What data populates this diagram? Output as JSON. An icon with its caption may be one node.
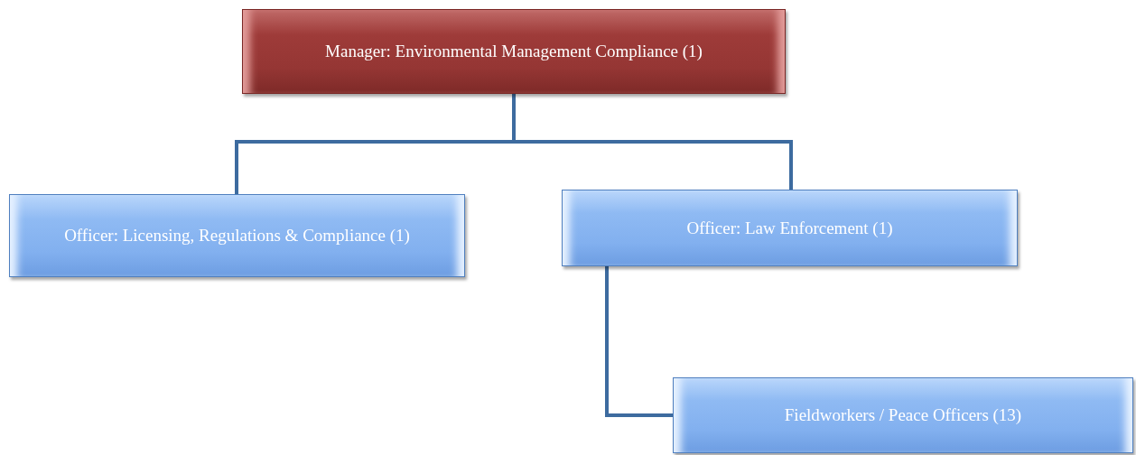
{
  "diagram": {
    "nodes": [
      {
        "text": [
          "Manager: Environmental Management Compliance (1)"
        ]
      },
      {
        "text": [
          "Officer: Licensing, Regulations & Compliance (1)"
        ]
      },
      {
        "text": [
          "Officer: Law Enforcement (1)"
        ]
      },
      {
        "text": [
          "Fieldworkers / Peace Officers (13)"
        ]
      }
    ],
    "edges": [
      {
        "from": 0,
        "to": 1,
        "arrow": "none"
      },
      {
        "from": 0,
        "to": 2,
        "arrow": "none"
      },
      {
        "from": 2,
        "to": 3,
        "arrow": "none"
      }
    ]
  }
}
